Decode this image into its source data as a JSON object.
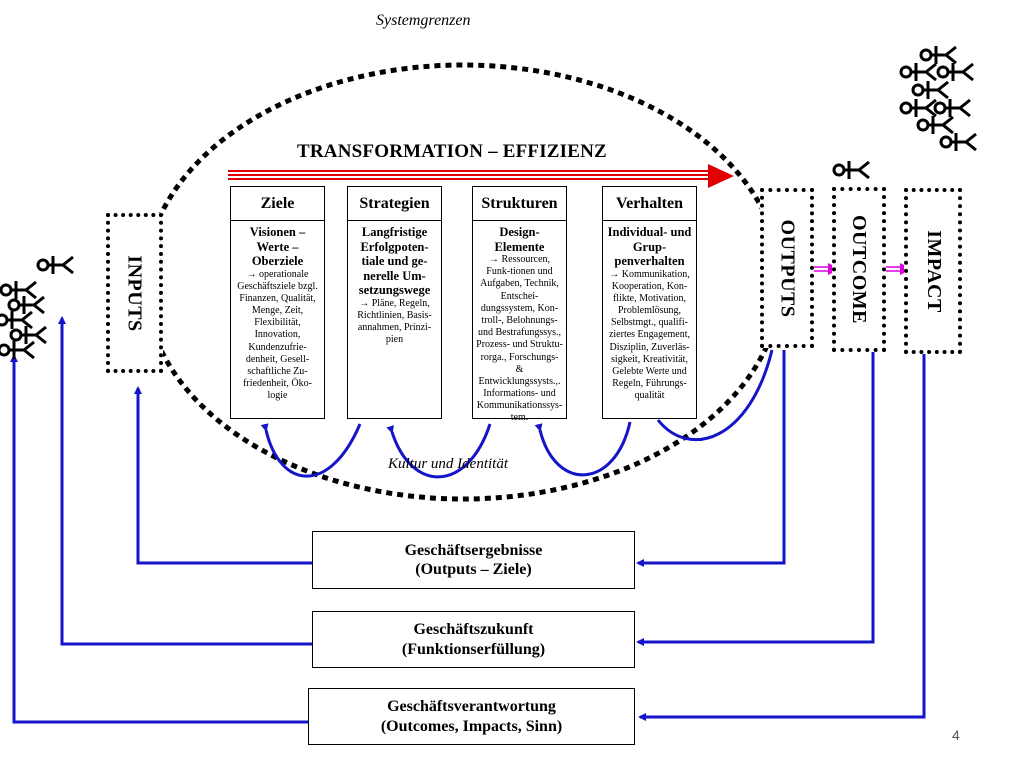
{
  "system_boundary_label": "Systemgrenzen",
  "title": "TRANSFORMATION – EFFIZIENZ",
  "culture_label": "Kultur und Identität",
  "columns": [
    {
      "header": "Ziele",
      "main": "Visionen – Werte – Oberziele",
      "detail": "→ operationale Geschäftsziele bzgl. Finanzen, Qualität, Menge, Zeit, Flexibilität, Innovation, Kundenzufrie-denheit, Gesell-schaftliche Zu-friedenheit, Öko-logie"
    },
    {
      "header": "Strategien",
      "main": "Langfristige Erfolgpoten-tiale und ge-nerelle Um-setzungswege",
      "detail": "→ Pläne, Regeln, Richtlinien, Basis-annahmen, Prinzi-pien"
    },
    {
      "header": "Strukturen",
      "main": "Design-Elemente",
      "detail": "→ Ressourcen, Funk-tionen und Aufgaben, Technik, Entschei-dungssystem, Kon-troll-, Belohnungs- und Bestrafungssys., Prozess- und Struktu-rorga., Forschungs- & Entwicklungssysts.,. Informations- und Kommunikationssys-tem."
    },
    {
      "header": "Verhalten",
      "main": "Individual- und Grup-penverhalten",
      "detail": "→ Kommunikation, Kooperation, Kon-flikte, Motivation, Problemlösung, Selbstmgt., qualifi-ziertes Engagement, Disziplin, Zuverläs-sigkeit, Kreativität, Gelebte Werte und Regeln, Führungs-qualität"
    }
  ],
  "inputs_label": "INPUTS",
  "outputs_label": "OUTPUTS",
  "outcome_label": "OUTCOME",
  "impact_label": "IMPACT",
  "bottom_boxes": [
    {
      "line1": "Geschäftsergebnisse",
      "line2": "(Outputs – Ziele)"
    },
    {
      "line1": "Geschäftszukunft",
      "line2": "(Funktionserfüllung)"
    },
    {
      "line1": "Geschäftsverantwortung",
      "line2": "(Outcomes, Impacts, Sinn)"
    }
  ],
  "page_number": "4",
  "colors": {
    "flow_lines": "#1414c8",
    "transformation_arrow": "#e00000",
    "small_arrows": "#e000e0",
    "outline": "#000000"
  },
  "icon_names": [
    "stick-figure-icon",
    "crowd-icon"
  ]
}
